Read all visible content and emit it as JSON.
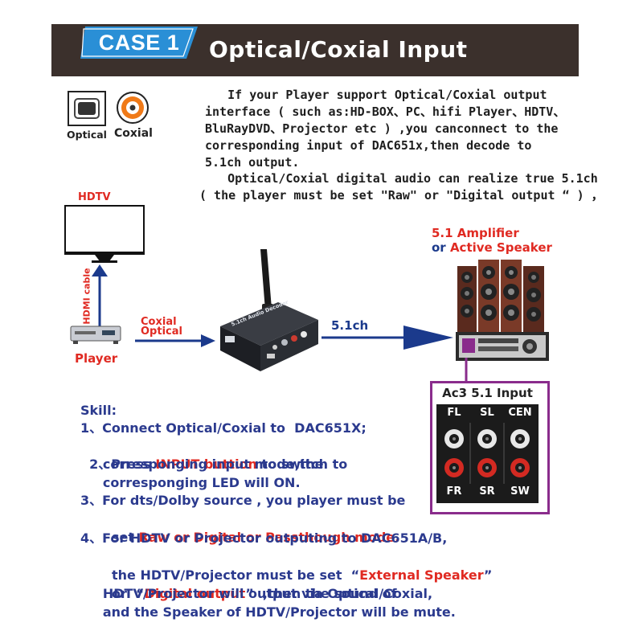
{
  "header": {
    "case_label": "CASE 1",
    "title": "Optical/Coxial Input"
  },
  "ports": {
    "optical_label": "Optical",
    "coxial_label": "Coxial"
  },
  "intro_lines": [
    "     If your Player support Optical/Coxial output",
    "interface ( such as:HD-BOX、PC、hifi Player、HDTV、",
    "BluRayDVD、Projector etc ) ,you canconnect to the",
    "corresponding input of DAC651x,then decode to",
    "5.1ch output.",
    "     Optical/Coxial digital audio can realize true 5.1ch",
    "( the player must be set \"Raw\" or \"Digital output “ ) ，"
  ],
  "diagram": {
    "hdtv_label": "HDTV",
    "hdmi_cable_label": "HDMI cable",
    "player_label": "Player",
    "coxial_label": "Coxial",
    "optical_label": "Optical",
    "device_label": "5.1ch Audio Decoder",
    "output_label": "5.1ch",
    "amplifier_line1": "5.1 Amplifier",
    "amplifier_line2_prefix": "or ",
    "amplifier_line2_highlight": "Active Speaker"
  },
  "ac3": {
    "title": "Ac3 5.1 Input",
    "labels_top": [
      "FL",
      "SL",
      "CEN"
    ],
    "labels_bottom": [
      "FR",
      "SR",
      "SW"
    ]
  },
  "skill": {
    "heading": "Skill:",
    "item1": "1、Connect Optical/Coxial to  DAC651X;",
    "item2_prefix": "2、Press ",
    "item2_highlight": "INPUT buttion",
    "item2_suffix": " to switch to",
    "item2_line2": "     corresponging input mode,the",
    "item2_line3": "     corresponging LED will ON.",
    "item3_line1": "3、For dts/Dolby source , you player must be",
    "item3_line2_prefix": "     set ",
    "item3_line2_highlight": "Raw or Digital or Passthough mode.",
    "item4_line1": "4、For HDTV or Projector outputing to DAC651A/B,",
    "item4_line2_prefix": "     the HDTV/Projector must be set  “",
    "item4_line2_highlight": "External Speaker",
    "item4_line2_suffix": "”",
    "item4_line3_prefix": "     or  “",
    "item4_line3_highlight": "Digital output",
    "item4_line3_suffix": "”  ,then the sound of",
    "item4_line4": "     HDTV/Projector will output via Optical/Coxial,",
    "item4_line5": "     and the Speaker of HDTV/Projector will be mute."
  },
  "colors": {
    "banner": "#3b302c",
    "case_tab": "#2a8fd6",
    "arrow_blue": "#1b3a8c",
    "highlight_red": "#e02a22",
    "ac3_border": "#8a2c8c",
    "skill_text": "#2b3a8e"
  }
}
